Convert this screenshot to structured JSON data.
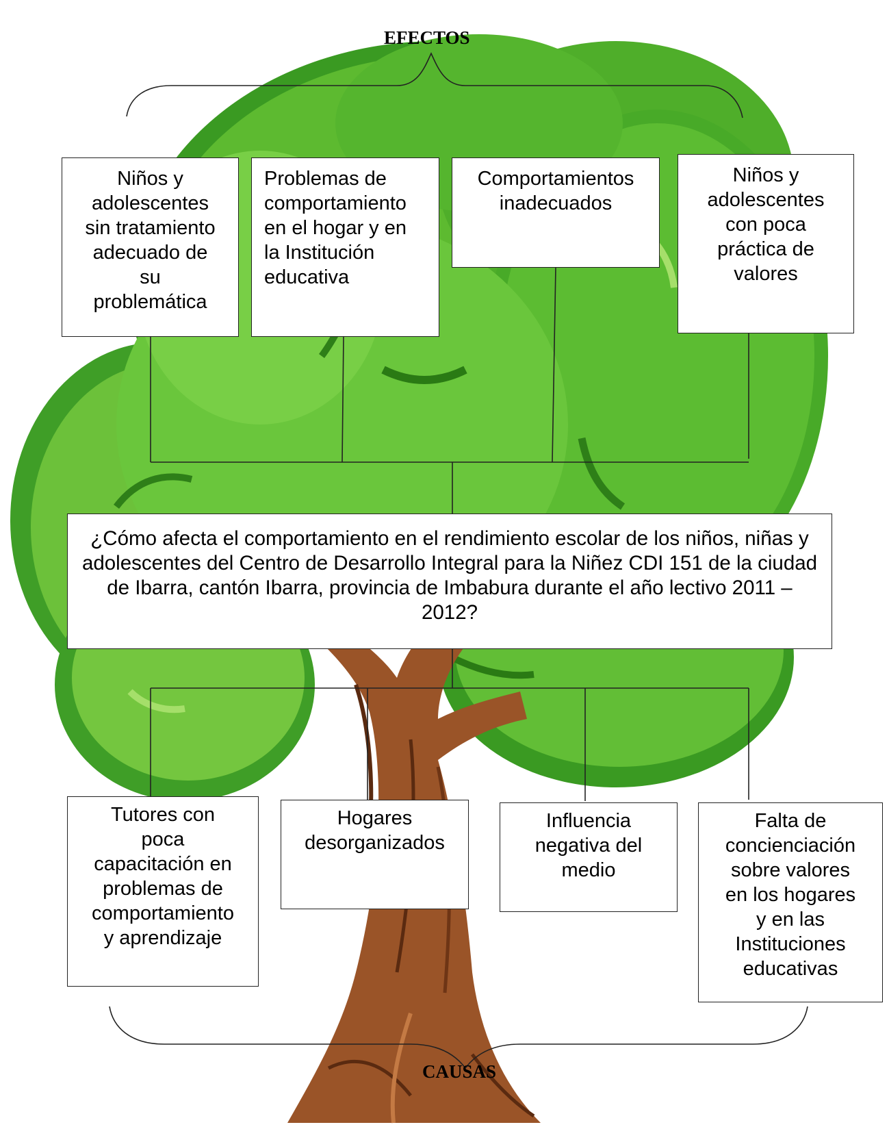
{
  "title_top": "EFECTOS",
  "title_bottom": "CAUSAS",
  "colors": {
    "leaf_dark": "#2e8a1e",
    "leaf_mid": "#4fb332",
    "leaf_light": "#8ad24a",
    "trunk": "#8a4a22",
    "trunk_dark": "#5a2a10",
    "line": "#222222"
  },
  "effects": [
    "Niños y\nadolescentes\nsin tratamiento\nadecuado de\nsu\nproblemática",
    "Problemas de\ncomportamiento\nen el hogar y en\nla  Institución\neducativa",
    "Comportamientos\ninadecuados",
    "Niños y\nadolescentes\ncon poca\npráctica de\nvalores"
  ],
  "problem": "¿Cómo afecta el comportamiento en el rendimiento escolar de los niños, niñas y adolescentes del Centro de Desarrollo Integral para la Niñez CDI 151 de la ciudad de Ibarra, cantón Ibarra, provincia de Imbabura durante el año lectivo 2011 – 2012?",
  "causes": [
    "Tutores con\npoca\ncapacitación en\nproblemas de\ncomportamiento\ny aprendizaje",
    "Hogares\ndesorganizados",
    "Influencia\nnegativa del\nmedio",
    "Falta de\nconcienciación\nsobre valores\nen los hogares\ny en las\nInstituciones\neducativas"
  ]
}
